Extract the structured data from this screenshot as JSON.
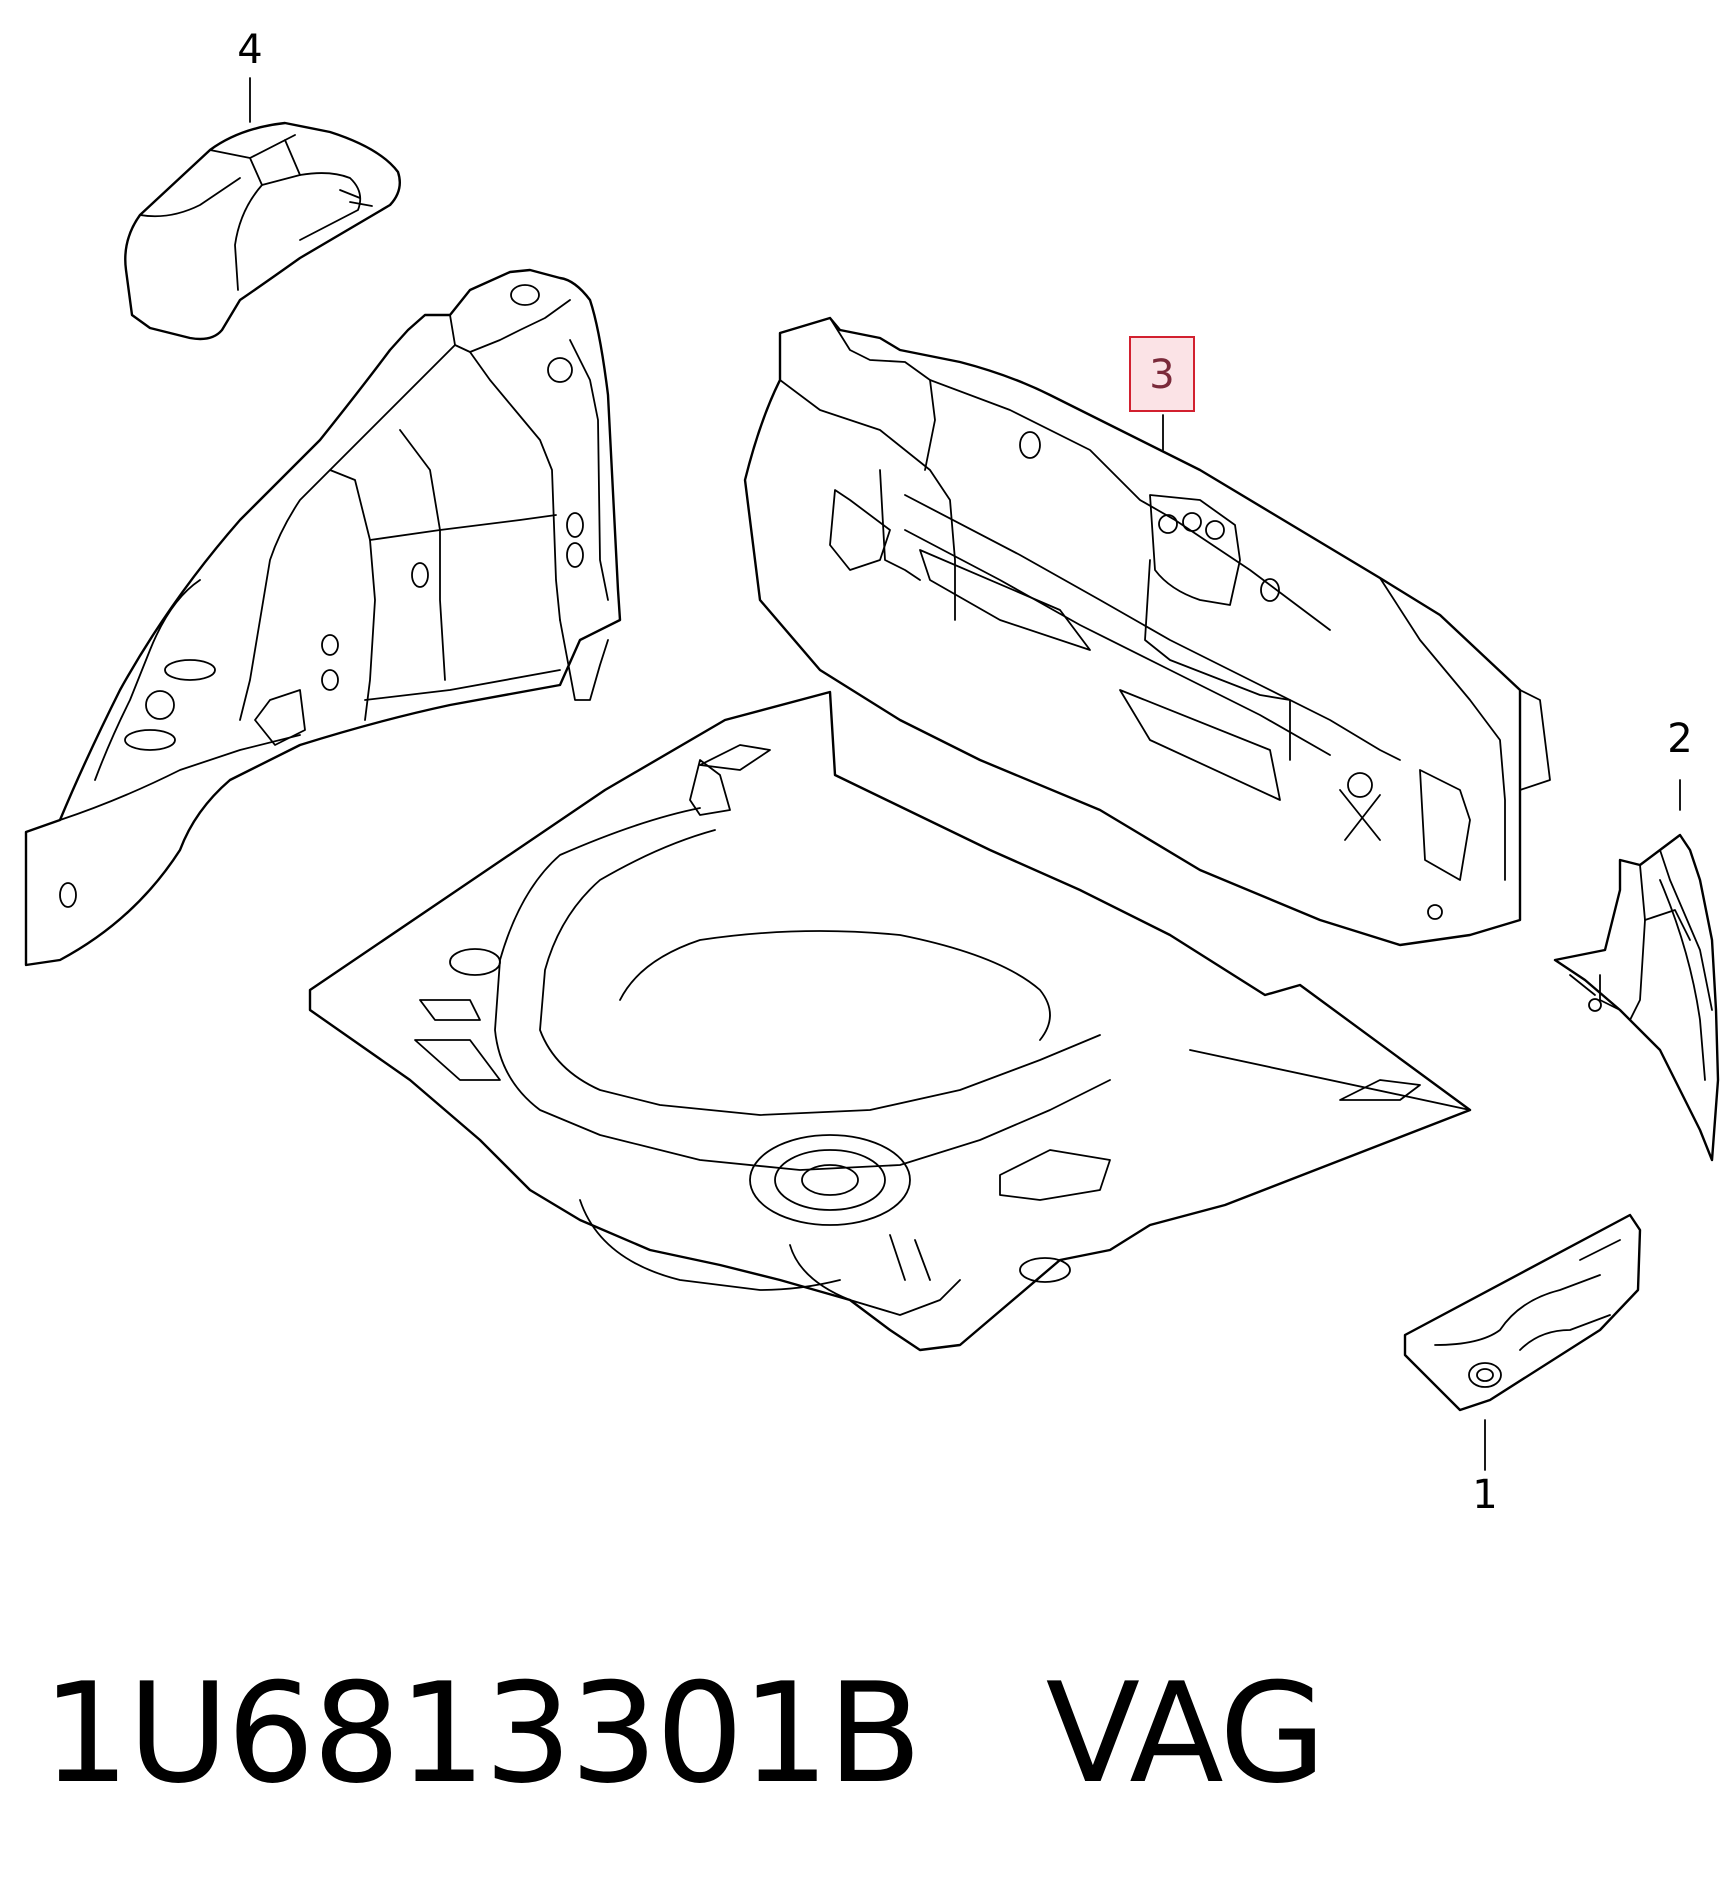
{
  "callouts": [
    {
      "id": "1",
      "label": "1"
    },
    {
      "id": "2",
      "label": "2"
    },
    {
      "id": "3",
      "label": "3",
      "highlighted": true
    },
    {
      "id": "4",
      "label": "4"
    }
  ],
  "caption": {
    "part_number": "1U6813301B",
    "brand": "VAG"
  },
  "colors": {
    "line": "#000000",
    "highlight_fill": "#fbe3e6",
    "highlight_border": "#d2202f"
  }
}
